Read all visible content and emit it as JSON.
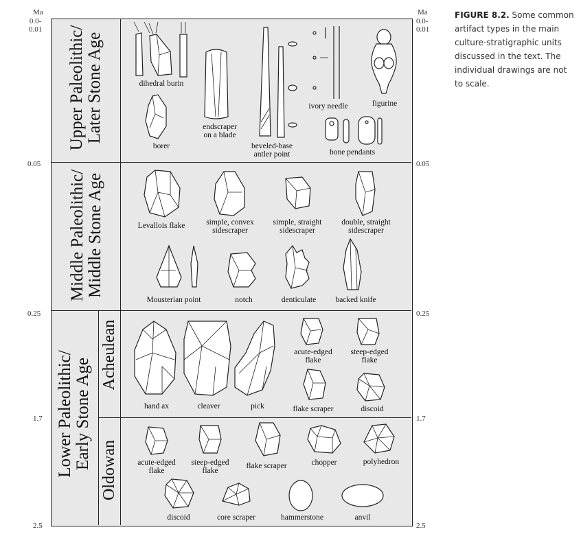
{
  "scale": {
    "left": {
      "unit": "Ma",
      "top": "0.0-\n0.01",
      "t1": "0.05",
      "t2": "0.25",
      "t3": "1.7",
      "bottom": "2.5"
    },
    "right": {
      "unit": "Ma",
      "top": "0.0-\n0.01",
      "t1": "0.05",
      "t2": "0.25",
      "t3": "1.7",
      "bottom": "2.5"
    }
  },
  "periods": {
    "upper": "Upper Paleolithic/\nLater Stone Age",
    "middle": "Middle Paleolithic/\nMiddle Stone Age",
    "lower": "Lower Paleolithic/\nEarly Stone Age",
    "acheulean": "Acheulean",
    "oldowan": "Oldowan"
  },
  "artifacts": {
    "upper": {
      "dihedral_burin": "dihedral burin",
      "borer": "borer",
      "endscraper": "endscraper\non a blade",
      "antler_point": "beveled-base\nantler point",
      "ivory_needle": "ivory needle",
      "figurine": "figurine",
      "bone_pendants": "bone pendants"
    },
    "middle": {
      "levallois": "Levallois flake",
      "convex_sidescraper": "simple, convex\nsidescraper",
      "straight_sidescraper": "simple, straight\nsidescraper",
      "double_sidescraper": "double, straight\nsidescraper",
      "mousterian_point": "Mousterian point",
      "notch": "notch",
      "denticulate": "denticulate",
      "backed_knife": "backed knife"
    },
    "acheulean": {
      "hand_ax": "hand ax",
      "cleaver": "cleaver",
      "pick": "pick",
      "acute_flake": "acute-edged\nflake",
      "steep_flake": "steep-edged\nflake",
      "flake_scraper": "flake scraper",
      "discoid": "discoid"
    },
    "oldowan": {
      "acute_flake": "acute-edged\nflake",
      "steep_flake": "steep-edged\nflake",
      "flake_scraper": "flake scraper",
      "chopper": "chopper",
      "polyhedron": "polyhedron",
      "discoid": "discoid",
      "core_scraper": "core scraper",
      "hammerstone": "hammerstone",
      "anvil": "anvil"
    }
  },
  "caption": {
    "label": "FIGURE 8.2.",
    "text": " Some common artifact types in the main culture-stratigraphic units discussed in the text. The individual drawings are not to scale."
  }
}
